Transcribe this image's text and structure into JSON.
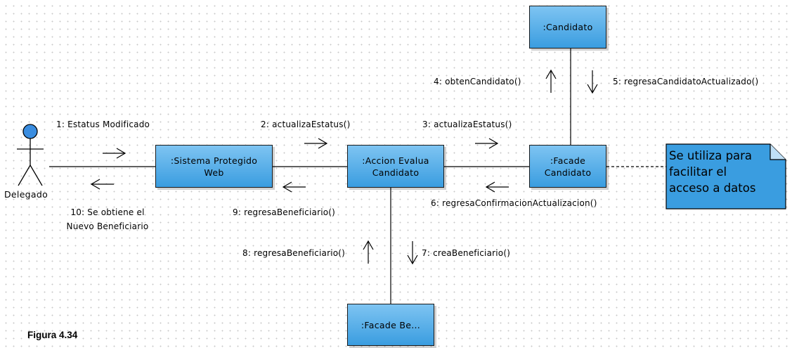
{
  "caption": "Figura 4.34",
  "actor": {
    "name": "Delegado"
  },
  "objects": {
    "candidato": ":Candidato",
    "sistema": ":Sistema Protegido\nWeb",
    "accion": ":Accion Evalua\nCandidato",
    "facade_candidato": ":Facade\nCandidato",
    "facade_beneficiario": ":Facade Be..."
  },
  "note": {
    "text": "Se utiliza para facilitar el acceso a datos"
  },
  "messages": {
    "m1": "1: Estatus Modificado",
    "m2": "2: actualizaEstatus()",
    "m3": "3: actualizaEstatus()",
    "m4": "4: obtenCandidato()",
    "m5": "5: regresaCandidatoActualizado()",
    "m6": "6: regresaConfirmacionActualizacion()",
    "m7": "7: creaBeneficiario()",
    "m8": "8: regresaBeneficiario()",
    "m9": "9: regresaBeneficiario()",
    "m10": "10: Se obtiene el\nNuevo Beneficiario"
  },
  "colors": {
    "object_fill": "#3a9de0",
    "note_fill": "#3a9de0",
    "actor_head": "#3a8de0"
  }
}
